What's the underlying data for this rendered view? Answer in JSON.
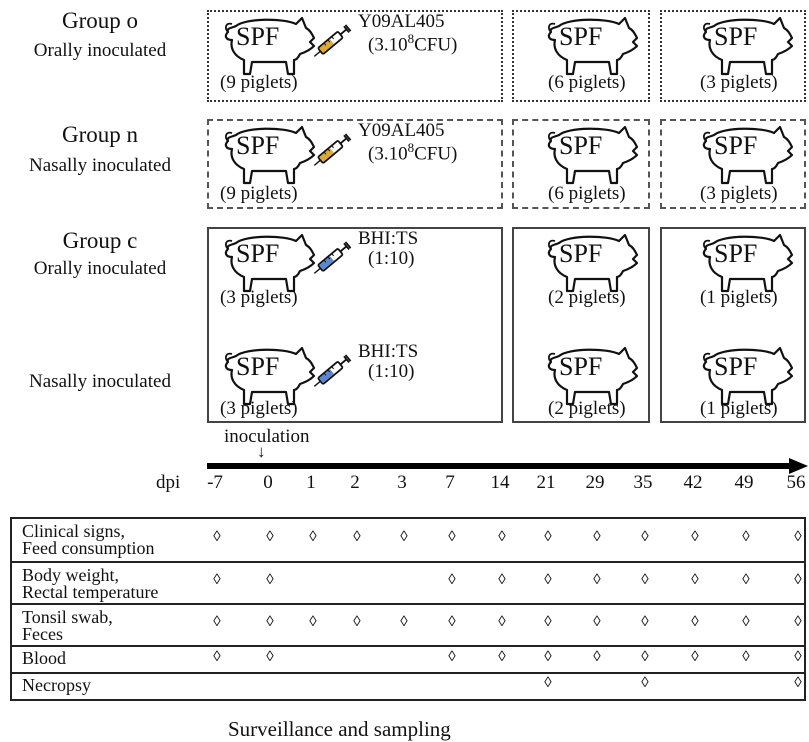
{
  "groups": [
    {
      "title": "Group o",
      "subtitle": "Orally inoculated",
      "agent": "Y09AL405",
      "dose": "(3.10",
      "dose_exp": "8",
      "dose_unit": "CFU)",
      "counts": [
        "(9 piglets)",
        "(6 piglets)",
        "(3 piglets)"
      ],
      "syringe_color": "#e0a830"
    },
    {
      "title": "Group n",
      "subtitle": "Nasally inoculated",
      "agent": "Y09AL405",
      "dose": "(3.10",
      "dose_exp": "8",
      "dose_unit": "CFU)",
      "counts": [
        "(9 piglets)",
        "(6 piglets)",
        "(3 piglets)"
      ],
      "syringe_color": "#e0a830"
    },
    {
      "title": "Group c",
      "subtitle": "Orally inoculated",
      "agent": "BHI:TS",
      "dose": "(1:10)",
      "counts": [
        "(3 piglets)",
        "(2 piglets)",
        "(1 piglets)"
      ],
      "syringe_color": "#5b86d6"
    },
    {
      "title": "",
      "subtitle": "Nasally inoculated",
      "agent": "BHI:TS",
      "dose": "(1:10)",
      "counts": [
        "(3 piglets)",
        "(2 piglets)",
        "(1 piglets)"
      ],
      "syringe_color": "#5b86d6"
    }
  ],
  "pig_label": "SPF",
  "timeline": {
    "inoculation_label": "inoculation",
    "arrow_glyph": "↓",
    "axis_label": "dpi",
    "days": [
      "-7",
      "0",
      "1",
      "2",
      "3",
      "7",
      "14",
      "21",
      "29",
      "35",
      "42",
      "49",
      "56"
    ]
  },
  "sampling": {
    "mark_glyph": "◊",
    "rows": [
      {
        "label_line1": "Clinical signs,",
        "label_line2": "Feed consumption",
        "days": [
          true,
          true,
          true,
          true,
          true,
          true,
          true,
          true,
          true,
          true,
          true,
          true,
          true
        ]
      },
      {
        "label_line1": "Body weight,",
        "label_line2": "Rectal temperature",
        "days": [
          true,
          true,
          false,
          false,
          false,
          true,
          true,
          true,
          true,
          true,
          true,
          true,
          true
        ]
      },
      {
        "label_line1": "Tonsil swab,",
        "label_line2": "Feces",
        "days": [
          true,
          true,
          true,
          true,
          true,
          true,
          true,
          true,
          true,
          true,
          true,
          true,
          true
        ]
      },
      {
        "label_line1": "Blood",
        "label_line2": "",
        "days": [
          true,
          true,
          false,
          false,
          false,
          true,
          true,
          true,
          true,
          true,
          true,
          true,
          true
        ]
      },
      {
        "label_line1": "Necropsy",
        "label_line2": "",
        "days": [
          false,
          false,
          false,
          false,
          false,
          false,
          false,
          true,
          false,
          true,
          false,
          false,
          true
        ]
      }
    ],
    "caption": "Surveillance and sampling"
  }
}
